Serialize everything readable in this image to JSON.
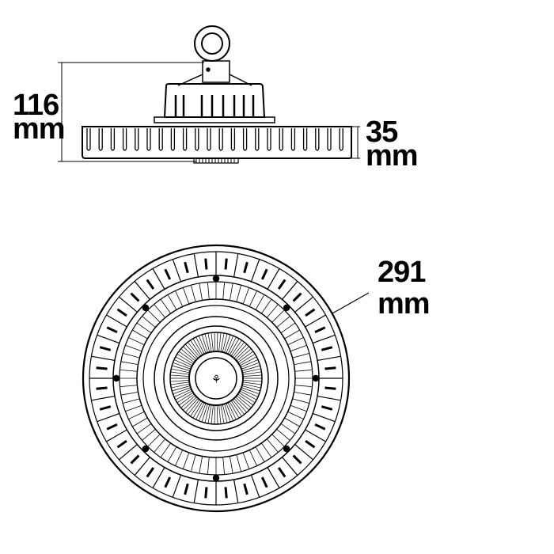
{
  "dimensions": {
    "height": {
      "value": "116",
      "unit": "mm"
    },
    "disk_height": {
      "value": "35",
      "unit": "mm"
    },
    "diameter": {
      "value": "291",
      "unit": "mm"
    }
  },
  "colors": {
    "line": "#000000",
    "background": "#ffffff"
  }
}
